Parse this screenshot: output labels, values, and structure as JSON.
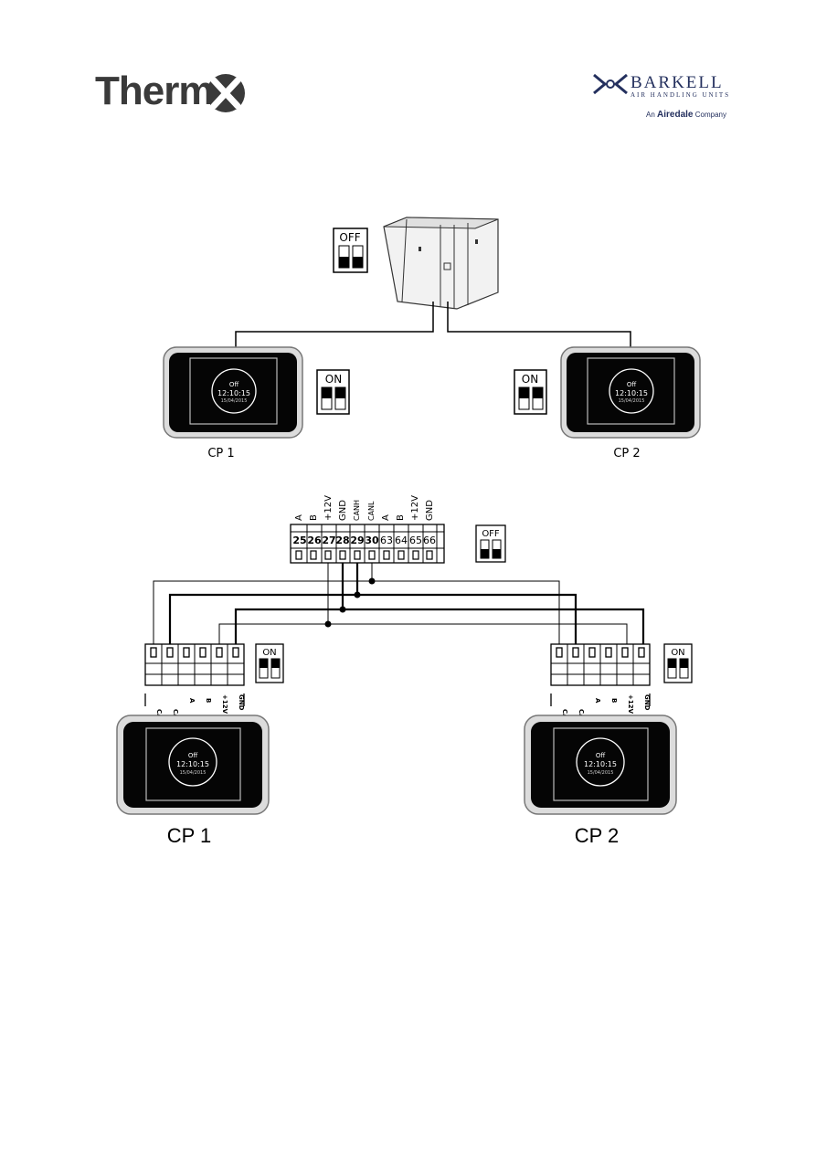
{
  "header": {
    "therm_logo_text": "Therm",
    "barkell_name": "BARKELL",
    "barkell_tagline": "AIR HANDLING UNITS",
    "airedale_prefix": "An",
    "airedale_name": "Airedale",
    "airedale_suffix": "Company"
  },
  "diagram_top": {
    "unit_switch": "OFF",
    "panels": [
      {
        "switch": "ON",
        "status": "Off",
        "time": "12:10:15",
        "date": "15/04/2015",
        "label": "CP 1"
      },
      {
        "switch": "ON",
        "status": "Off",
        "time": "12:10:15",
        "date": "15/04/2015",
        "label": "CP 2"
      }
    ]
  },
  "diagram_bottom": {
    "terminal_headers": [
      "A",
      "B",
      "+12V",
      "GND",
      "CANH",
      "CANL",
      "A",
      "B",
      "+12V",
      "GND"
    ],
    "terminal_numbers": [
      "25",
      "26",
      "27",
      "28",
      "29",
      "30",
      "63",
      "64",
      "65",
      "66"
    ],
    "terminal_switch": "OFF",
    "panel_terminal_labels": [
      "CANL",
      "CANH",
      "A",
      "B",
      "+12V",
      "GND"
    ],
    "panels": [
      {
        "switch": "ON",
        "status": "Off",
        "time": "12:10:15",
        "date": "15/04/2015",
        "label": "CP 1"
      },
      {
        "switch": "ON",
        "status": "Off",
        "time": "12:10:15",
        "date": "15/04/2015",
        "label": "CP 2"
      }
    ]
  }
}
